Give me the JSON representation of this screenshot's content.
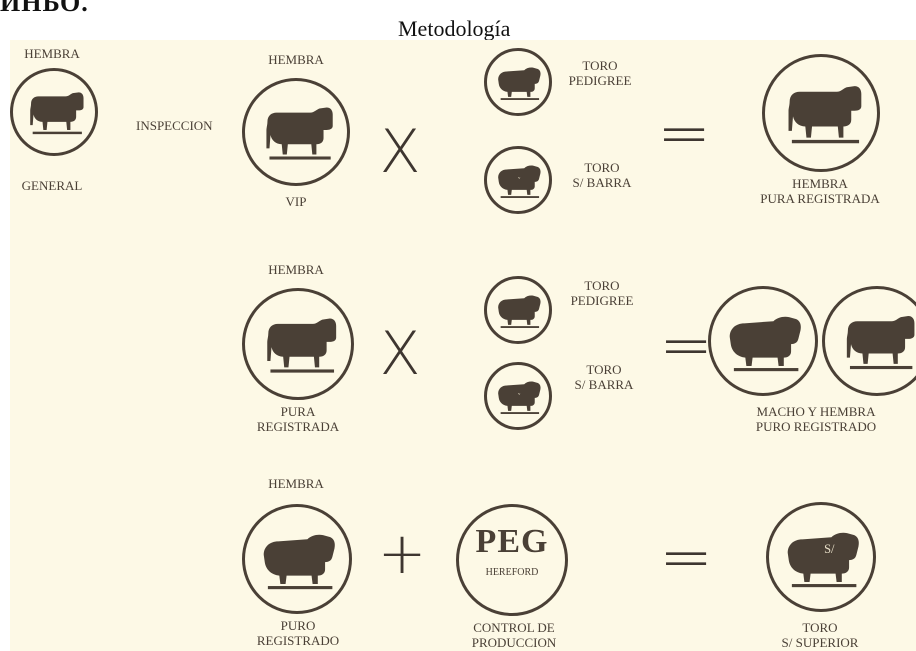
{
  "header": {
    "cut_text": "ИНЬО.",
    "title": "Metodología"
  },
  "colors": {
    "panel": "#fdf9e6",
    "ink": "#4a4036",
    "cow": "#4a4036"
  },
  "row1": {
    "left_top": "HEMBRA",
    "left_bottom": "GENERAL",
    "inspection": "INSPECCION",
    "vip_top": "HEMBRA",
    "vip_bottom": "VIP",
    "operator": "X",
    "toro1_l1": "TORO",
    "toro1_l2": "PEDIGREE",
    "toro2_l1": "TORO",
    "toro2_l2": "S/ BARRA",
    "equals": "=",
    "result_l1": "HEMBRA",
    "result_l2": "PURA REGISTRADA"
  },
  "row2": {
    "female_top": "HEMBRA",
    "female_b1": "PURA",
    "female_b2": "REGISTRADA",
    "operator": "X",
    "toro1_l1": "TORO",
    "toro1_l2": "PEDIGREE",
    "toro2_l1": "TORO",
    "toro2_l2": "S/ BARRA",
    "equals": "=",
    "result_l1": "MACHO Y HEMBRA",
    "result_l2": "PURO REGISTRADO"
  },
  "row3": {
    "male_top": "HEMBRA",
    "male_b1": "PURO",
    "male_b2": "REGISTRADO",
    "operator": "+",
    "peg_logo": "PEG",
    "peg_sub": "HEREFORD",
    "peg_b1": "CONTROL DE",
    "peg_b2": "PRODUCCION",
    "equals": "=",
    "badge": "S/",
    "result_l1": "TORO",
    "result_l2": "S/ SUPERIOR"
  },
  "icons": {
    "cow": "cow-icon",
    "bull": "bull-icon",
    "peg": "peg-hereford-logo"
  }
}
